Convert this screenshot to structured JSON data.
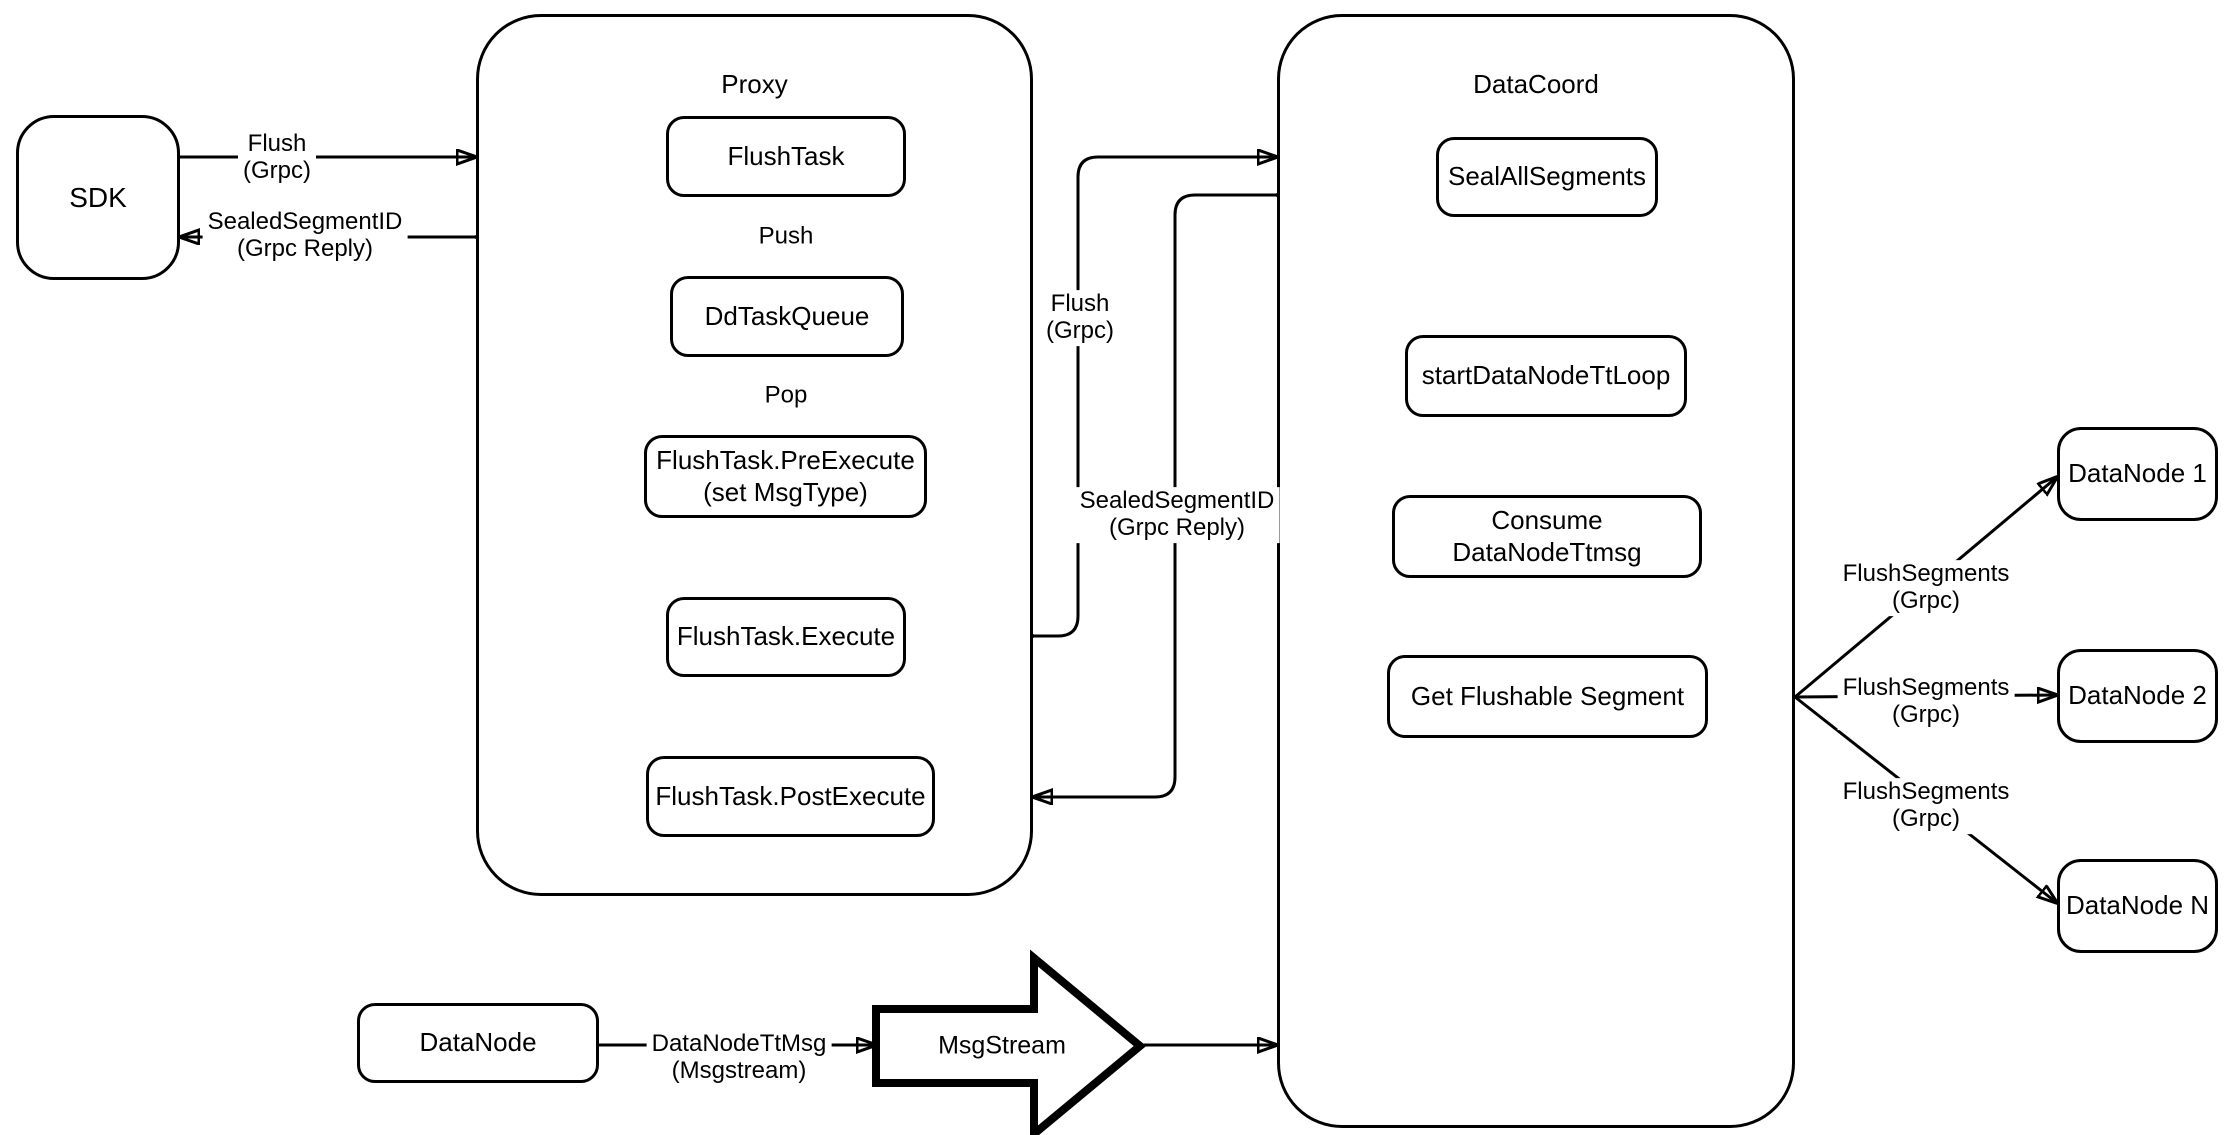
{
  "diagram": {
    "containers": {
      "proxy": {
        "title": "Proxy"
      },
      "datacoord": {
        "title": "DataCoord"
      }
    },
    "nodes": {
      "sdk": {
        "label": "SDK"
      },
      "flush_task": {
        "label": "FlushTask"
      },
      "dd_task_queue": {
        "label": "DdTaskQueue"
      },
      "pre_execute": {
        "label": "FlushTask.PreExecute\n(set MsgType)"
      },
      "execute": {
        "label": "FlushTask.Execute"
      },
      "post_execute": {
        "label": "FlushTask.PostExecute"
      },
      "seal_all_segments": {
        "label": "SealAllSegments"
      },
      "start_datanode_tt_loop": {
        "label": "startDataNodeTtLoop"
      },
      "consume_datanode_ttmsg": {
        "label": "Consume DataNodeTtmsg"
      },
      "get_flushable_segment": {
        "label": "Get Flushable Segment"
      },
      "datanode_1": {
        "label": "DataNode 1"
      },
      "datanode_2": {
        "label": "DataNode 2"
      },
      "datanode_n": {
        "label": "DataNode N"
      },
      "datanode": {
        "label": "DataNode"
      },
      "msgstream": {
        "label": "MsgStream"
      }
    },
    "edge_labels": {
      "flush_grpc_sdk": "Flush\n(Grpc)",
      "sealed_segment_id_sdk": "SealedSegmentID\n(Grpc Reply)",
      "push": "Push",
      "pop": "Pop",
      "flush_grpc_mid": "Flush\n(Grpc)",
      "sealed_segment_id_mid": "SealedSegmentID\n(Grpc Reply)",
      "flush_segments_1": "FlushSegments\n(Grpc)",
      "flush_segments_2": "FlushSegments\n(Grpc)",
      "flush_segments_n": "FlushSegments\n(Grpc)",
      "datanode_ttmsg": "DataNodeTtMsg\n(Msgstream)"
    },
    "colors": {
      "stroke": "#000000",
      "background": "#ffffff"
    }
  }
}
